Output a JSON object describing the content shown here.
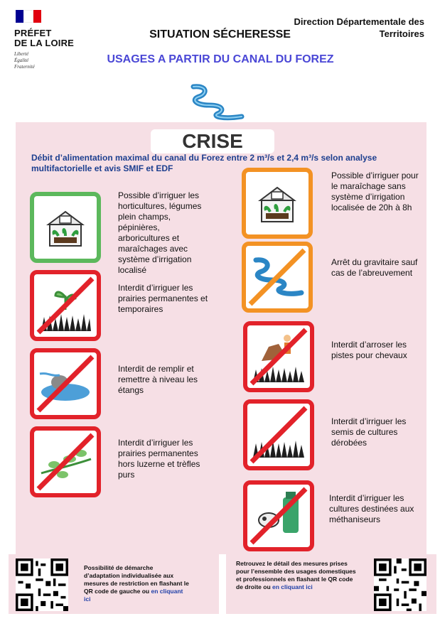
{
  "header": {
    "prefet_line1": "PRÉFET",
    "prefet_line2": "DE LA LOIRE",
    "motto": [
      "Liberté",
      "Égalité",
      "Fraternité"
    ],
    "ddt": "Direction Départementale des Territoires",
    "situation": "SITUATION SÉCHERESSE",
    "usages": "USAGES A PARTIR DU CANAL DU FOREZ"
  },
  "level": "CRISE",
  "debit": "Débit d’alimentation maximal du canal du Forez entre  2 m³/s et 2,4 m³/s selon analyse multifactorielle et avis SMIF et EDF",
  "rules_left": [
    {
      "icon": "greenhouse-icon",
      "status": "allowed",
      "text": "Possible d’irriguer les horticultures, légumes plein champs, pépinières, arboricultures et maraîchages avec système d’irrigation localisé"
    },
    {
      "icon": "prairie-icon",
      "status": "forbidden",
      "text": "Interdit d’irriguer les prairies permanentes et temporaires"
    },
    {
      "icon": "pond-icon",
      "status": "forbidden",
      "text": "Interdit de remplir et remettre à niveau les étangs"
    },
    {
      "icon": "clover-icon",
      "status": "forbidden",
      "text": "Interdit d’irriguer les prairies permanentes hors luzerne et trèfles purs"
    }
  ],
  "rules_right": [
    {
      "icon": "greenhouse-icon",
      "status": "limited",
      "text": "Possible d’irriguer pour le maraîchage sans système d’irrigation localisée de 20h à 8h"
    },
    {
      "icon": "canal-icon",
      "status": "limited-forbidden",
      "text": "Arrêt du gravitaire sauf cas de l’abreuvement"
    },
    {
      "icon": "horse-icon",
      "status": "forbidden",
      "text": "Interdit d’arroser les pistes pour chevaux"
    },
    {
      "icon": "grass-icon",
      "status": "forbidden",
      "text": "Interdit d’irriguer les semis de cultures dérobées"
    },
    {
      "icon": "methaniser-icon",
      "status": "forbidden",
      "text": "Interdit d’irriguer les cultures destinées aux méthaniseurs"
    }
  ],
  "footer": {
    "left_text": "Possibilité de démarche d’adaptation individualisée aux mesures de restriction en flashant le QR code de gauche ou",
    "left_link": "en cliquant ici",
    "right_text": "Retrouvez le détail des mesures prises pour l’ensemble des usages domestiques et professionnels en flashant le QR code de droite ou",
    "right_link": "en cliquant ici"
  },
  "colors": {
    "allowed": "#5cb85c",
    "limited": "#f39224",
    "forbidden": "#e2222a",
    "title_blue": "#4a47d6",
    "panel": "#f6dfe5"
  }
}
